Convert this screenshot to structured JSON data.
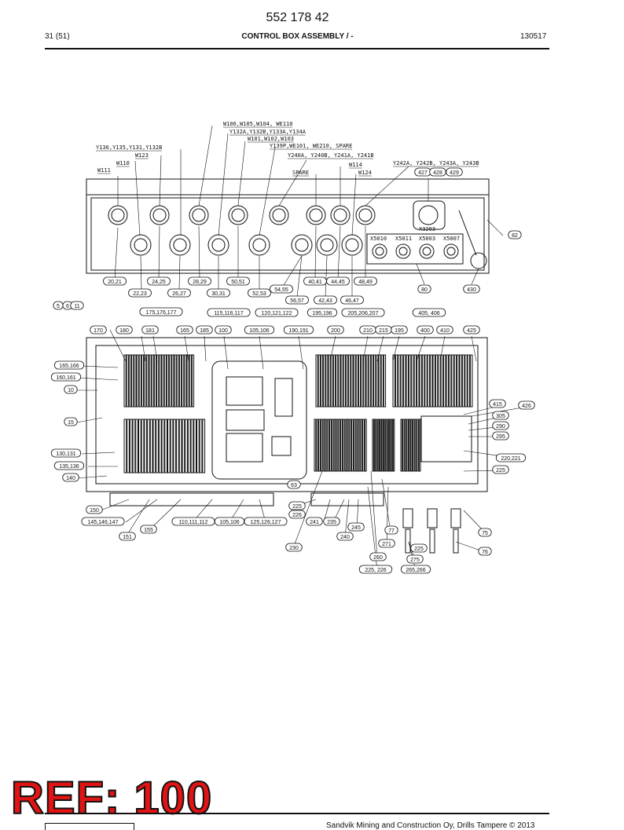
{
  "header": {
    "doc_number": "552 178 42",
    "page": "31 (51)",
    "title": "CONTROL BOX ASSEMBLY / -",
    "date": "130517"
  },
  "wire_labels": [
    "W106,W105,W104, WE110",
    "Y132A,Y132B,Y133A,Y134A",
    "W101,W102,W103",
    "Y139P,WE101, WE210, SPARE",
    "Y240A, Y240B, Y241A, Y241B",
    "Y136,Y135,Y131,Y132B",
    "W123",
    "W110",
    "W111",
    "SPARE",
    "W114",
    "W124",
    "Y242A, Y242B, Y243A, Y243B"
  ],
  "connector_labels": [
    "X3203",
    "X5010",
    "X5011",
    "X5003",
    "X5007"
  ],
  "callouts": [
    "427",
    "428",
    "429",
    "82",
    "20,21",
    "24,25",
    "28,29",
    "50,51",
    "40,41",
    "44,45",
    "48,49",
    "22,23",
    "26,27",
    "30,31",
    "52,53",
    "54,55",
    "56,57",
    "42,43",
    "46,47",
    "80",
    "430",
    "5",
    "6",
    "11",
    "175,176,177",
    "115,116,117",
    "120,121,122",
    "195,196",
    "205,206,207",
    "405, 406",
    "170",
    "180",
    "181",
    "165",
    "185",
    "100",
    "105,106",
    "190,191",
    "200",
    "210",
    "215",
    "195",
    "400",
    "410",
    "425",
    "165,166",
    "160,161",
    "10",
    "15",
    "415",
    "426",
    "305",
    "290",
    "295",
    "130,131",
    "135,136",
    "140",
    "220,221",
    "225",
    "63",
    "150",
    "145,146,147",
    "155",
    "151",
    "110,111,112",
    "105,106",
    "125,126,127",
    "225",
    "226",
    "241",
    "235",
    "245",
    "240",
    "230",
    "77",
    "271",
    "260",
    "275",
    "225, 226",
    "265,266",
    "225",
    "75",
    "76"
  ],
  "stamp": {
    "text": "REF: 100"
  },
  "footer": {
    "text": "Sandvik Mining and Construction Oy, Drills Tampere © 2013"
  }
}
